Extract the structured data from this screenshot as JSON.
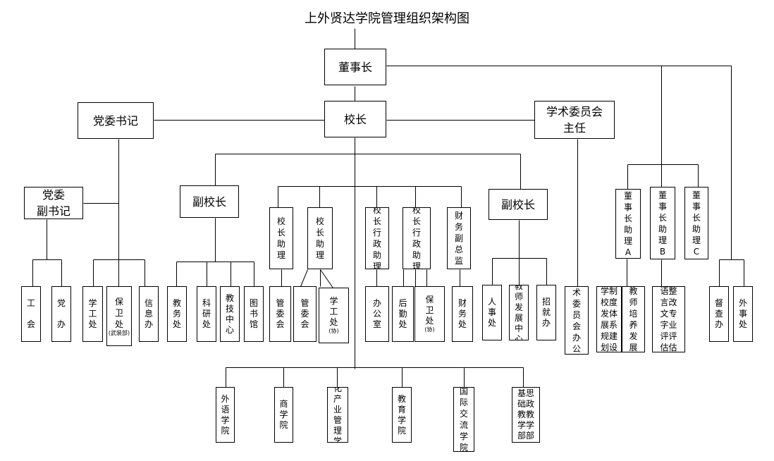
{
  "title": "上外贤达学院管理组织架构图",
  "nodes": {
    "chairman": "董事长",
    "president": "校长",
    "party_secretary": "党委书记",
    "academic_committee": "学术委员会\n主任",
    "deputy_party_secretary": "党委\n副书记",
    "vp_left": "副校长",
    "vp_right": "副校长",
    "pres_asst_1": [
      "校长助理"
    ],
    "pres_asst_2": [
      "校长助理"
    ],
    "admin_asst_1": [
      "校长行政助理"
    ],
    "admin_asst_2": [
      "校长行政助理"
    ],
    "finance_director": [
      "财务副总监"
    ],
    "chair_asst_a": [
      "董事长助理",
      "A"
    ],
    "chair_asst_b": [
      "董事长助理",
      "B"
    ],
    "chair_asst_c": [
      "董事长助理",
      "C"
    ],
    "union": [
      "工 ",
      "会"
    ],
    "party_office": [
      "党 ",
      "办"
    ],
    "student_affairs_1": [
      "学工处"
    ],
    "security_office": [
      "保卫处",
      "(武装部)"
    ],
    "info_office": [
      "信息办"
    ],
    "academic_affairs": [
      "教务处"
    ],
    "research_office": [
      "科研处"
    ],
    "edu_tech_center": [
      "教技中心"
    ],
    "library": [
      "图书馆"
    ],
    "mgmt_committee_1": [
      "管委会"
    ],
    "mgmt_committee_2": [
      "管委会"
    ],
    "student_affairs_2": [
      "学工处",
      "(协)"
    ],
    "general_office": [
      "办公室"
    ],
    "logistics": [
      "后勤处"
    ],
    "security_2": [
      "保卫处",
      "(协)"
    ],
    "finance_office": [
      "财务处"
    ],
    "hr_office": [
      "人事处"
    ],
    "teacher_dev_center": [
      "教师发展中心"
    ],
    "admissions": [
      "招就办"
    ],
    "academic_committee_office": [
      "学术委员会办公室"
    ],
    "school_dev_planning": [
      [
        "学校发展规划"
      ],
      [
        "制度体系建设"
      ]
    ],
    "teacher_training": [
      [
        "教师培养发展"
      ]
    ],
    "language_assessment": [
      [
        "语言文字评估"
      ],
      [
        "整改专业评估"
      ]
    ],
    "supervision_office": [
      "督查办"
    ],
    "foreign_affairs": [
      "外事处"
    ],
    "school_foreign_lang": [
      "外语学院"
    ],
    "school_business": [
      "商学院"
    ],
    "school_culture": [
      [
        "文化产业管理学院"
      ]
    ],
    "school_education": [
      "教育学院"
    ],
    "school_intl": [
      "国际交流学院"
    ],
    "school_basic": [
      [
        "基础教学部"
      ],
      [
        "思政教学部"
      ]
    ]
  }
}
